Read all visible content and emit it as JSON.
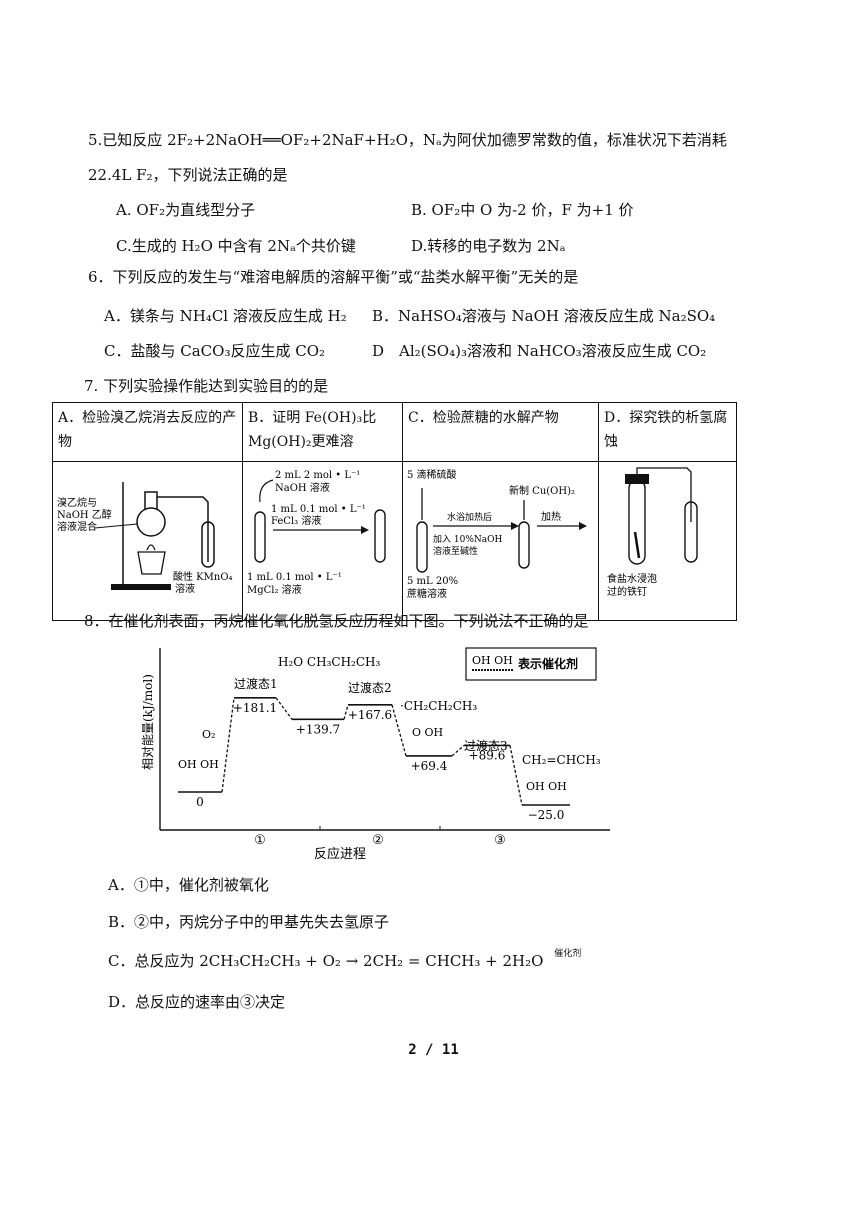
{
  "q5": {
    "stem1": "5.已知反应 2F₂+2NaOH══OF₂+2NaF+H₂O，Nₐ为阿伏加德罗常数的值，标准状况下若消耗",
    "stem2": "22.4L F₂，下列说法正确的是",
    "A": "A. OF₂为直线型分子",
    "B": "B. OF₂中 O 为-2 价，F 为+1 价",
    "C": "C.生成的 H₂O 中含有 2Nₐ个共价键",
    "D": "D.转移的电子数为 2Nₐ"
  },
  "q6": {
    "stem": "6．下列反应的发生与“难溶电解质的溶解平衡”或“盐类水解平衡”无关的是",
    "A": "A．镁条与 NH₄Cl 溶液反应生成 H₂",
    "B": "B．NaHSO₄溶液与 NaOH 溶液反应生成 Na₂SO₄",
    "C": "C．盐酸与 CaCO₃反应生成 CO₂",
    "D": "D　Al₂(SO₄)₃溶液和 NaHCO₃溶液反应生成 CO₂"
  },
  "q7": {
    "stem": "7. 下列实验操作能达到实验目的的是",
    "cols": [
      "A．检验溴乙烷消去反应的产物",
      "B．证明 Fe(OH)₃比 Mg(OH)₂更难溶",
      "C．检验蔗糖的水解产物",
      "D．探究铁的析氢腐蚀"
    ],
    "a_labels": [
      "溴乙烷与",
      "NaOH 乙醇",
      "溶液混合",
      "酸性 KMnO₄",
      "溶液"
    ],
    "b_labels": [
      "2 mL 2 mol • L⁻¹",
      "NaOH 溶液",
      "1 mL 0.1 mol • L⁻¹",
      "FeCl₃ 溶液",
      "1 mL 0.1 mol • L⁻¹",
      "MgCl₂ 溶液"
    ],
    "c_labels": [
      "5 滴稀硫酸",
      "水浴加热后",
      "加入 10%NaOH",
      "溶液至碱性",
      "新制 Cu(OH)₂",
      "加热",
      "5 mL 20%",
      "蔗糖溶液"
    ],
    "d_labels": [
      "食盐水浸泡",
      "过的铁钉"
    ]
  },
  "q8": {
    "stem": "8．在催化剂表面，丙烷催化氧化脱氢反应历程如下图。下列说法不正确的是",
    "A": "A．①中，催化剂被氧化",
    "B": "B．②中，丙烷分子中的甲基先失去氢原子",
    "C_pre": "C．总反应为",
    "C_eq": "2CH₃CH₂CH₃ + O₂ → 2CH₂ = CHCH₃ + 2H₂O",
    "C_cat": "催化剂",
    "D": "D．总反应的速率由③决定"
  },
  "chart_data": {
    "type": "line",
    "ylabel": "相对能量(kJ/mol)",
    "xlabel": "反应进程",
    "steps": [
      "①",
      "②",
      "③"
    ],
    "legend": "表示催化剂",
    "legend_symbol": "OH OH",
    "levels": [
      {
        "value": 0,
        "label": "0",
        "species": "OH OH / O₂"
      },
      {
        "value": 181.1,
        "label": "+181.1",
        "species": "过渡态1"
      },
      {
        "value": 139.7,
        "label": "+139.7",
        "species": "H₂O  CH₃CH₂CH₃"
      },
      {
        "value": 167.6,
        "label": "+167.6",
        "species": "过渡态2"
      },
      {
        "value": 69.4,
        "label": "+69.4",
        "species": "O OH / ·CH₂CH₂CH₃"
      },
      {
        "value": 89.6,
        "label": "+89.6",
        "species": "过渡态3"
      },
      {
        "value": -25.0,
        "label": "−25.0",
        "species": "CH₂=CHCH₃ / OH OH"
      }
    ]
  },
  "page": "2 / 11"
}
